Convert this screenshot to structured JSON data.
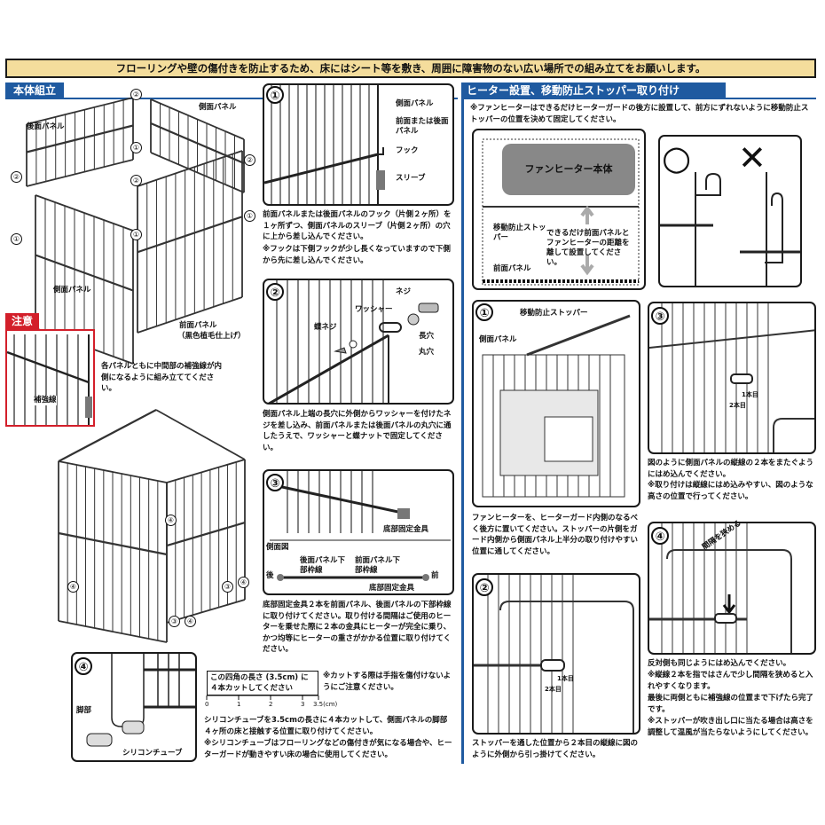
{
  "banner": "フローリングや壁の傷付きを防止するため、床にはシート等を敷き、周囲に障害物のない広い場所での組み立てをお願いします。",
  "left_section": {
    "title": "本体組立",
    "labels": {
      "back_panel": "後面パネル",
      "side_panel_top": "側面パネル",
      "side_panel_bottom": "側面パネル",
      "front_panel": "前面パネル",
      "front_panel_note": "（黒色植毛仕上げ）"
    },
    "caution": {
      "title": "注意",
      "label": "補強線",
      "text": "各パネルともに中間部の補強線が内側になるように組み立ててください。"
    },
    "num_marks": [
      "①",
      "②",
      "③",
      "④"
    ]
  },
  "step1": {
    "num": "①",
    "labels": [
      "側面パネル",
      "前面または後面パネル",
      "フック",
      "スリーブ"
    ],
    "text": "前面パネルまたは後面パネルのフック（片側２ヶ所）を１ヶ所ずつ、側面パネルのスリーブ（片側２ヶ所）の穴に上から差し込んでください。",
    "note": "※フックは下側フックが少し長くなっていますので下側から先に差し込んでください。"
  },
  "step2": {
    "num": "②",
    "labels": [
      "ネジ",
      "ワッシャー",
      "蝶ネジ",
      "長穴",
      "丸穴"
    ],
    "text": "側面パネル上端の長穴に外側からワッシャーを付けたネジを差し込み、前面パネルまたは後面パネルの丸穴に通したうえで、ワッシャーと蝶ナットで固定してください。"
  },
  "step3": {
    "num": "③",
    "labels": [
      "底部固定金具",
      "側面図",
      "後面パネル下部枠線",
      "前面パネル下部枠線",
      "後",
      "前",
      "底部固定金具"
    ],
    "text": "底部固定金具２本を前面パネル、後面パネルの下部枠線に取り付けてください。取り付ける間隔はご使用のヒーターを乗せた際に２本の金具にヒーターが完全に乗り、かつ均等にヒーターの重さがかかる位置に取り付けてください。"
  },
  "step4": {
    "num": "④",
    "labels": [
      "脚部",
      "シリコンチューブ"
    ],
    "table_text": "この四角の長さ (3.5cm) に４本カットしてください",
    "scale": [
      "0",
      "1",
      "2",
      "3",
      "3.5(cm)"
    ],
    "cut_note": "※カットする際は手指を傷付けないようにご注意ください。",
    "text": "シリコンチューブを3.5cmの長さに４本カットして、側面パネルの脚部４ヶ所の床と接触する位置に取り付けてください。",
    "note": "※シリコンチューブはフローリングなどの傷付きが気になる場合や、ヒーターガードが動きやすい床の場合に使用してください。"
  },
  "right_section": {
    "title": "ヒーター設置、移動防止ストッパー取り付け",
    "intro": "※ファンヒーターはできるだけヒーターガードの後方に設置して、前方にずれないように移動防止ストッパーの位置を決めて固定してください。",
    "heater_label": "ファンヒーター本体",
    "stopper_label": "移動防止ストッパー",
    "front_panel_label": "前面パネル",
    "distance_note": "できるだけ前面パネルとファンヒーターの距離を離して設置してください。",
    "ok_mark": "○",
    "ng_mark": "✕"
  },
  "rstep1": {
    "num": "①",
    "labels": [
      "移動防止ストッパー",
      "側面パネル"
    ],
    "text": "ファンヒーターを、ヒーターガード内側のなるべく後方に置いてください。ストッパーの片側をガード内側から側面パネル上半分の取り付けやすい位置に通してください。"
  },
  "rstep2": {
    "num": "②",
    "labels": [
      "1本目",
      "2本目"
    ],
    "text": "ストッパーを通した位置から２本目の縦線に図のように外側から引っ掛けてください。"
  },
  "rstep3": {
    "num": "③",
    "labels": [
      "1本目",
      "2本目"
    ],
    "text": "図のように側面パネルの縦線の２本をまたぐようにはめ込んでください。",
    "note": "※取り付けは縦線にはめ込みやすい、図のような高さの位置で行ってください。"
  },
  "rstep4": {
    "num": "④",
    "labels": [
      "間隔を狭める"
    ],
    "text": "反対側も同じようにはめ込んでください。",
    "note1": "※縦線２本を指ではさんで少し間隔を狭めると入れやすくなります。",
    "text2": "最後に両側ともに補強線の位置まで下げたら完了です。",
    "note2": "※ストッパーが吹き出し口に当たる場合は高さを調整して温風が当たらないようにしてください。"
  }
}
